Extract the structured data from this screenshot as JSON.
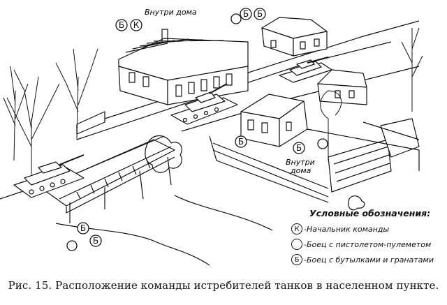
{
  "caption": "Рис. 15. Расположение команды истребителей танков в населенном пункте.",
  "labels": {
    "inside_house_1": "Внутри дома",
    "inside_house_2a": "Внутри",
    "inside_house_2b": "дома"
  },
  "legend": {
    "title": "Условные обозначения:",
    "items": [
      {
        "symbol": "К",
        "text": "-Начальник команды"
      },
      {
        "symbol": "",
        "text": "-Боец с пистолетом-пулеметом"
      },
      {
        "symbol": "Б",
        "text": "-Боец с бутылками и гранатами"
      }
    ]
  },
  "markers": {
    "commander": "К",
    "bottles": "Б"
  }
}
